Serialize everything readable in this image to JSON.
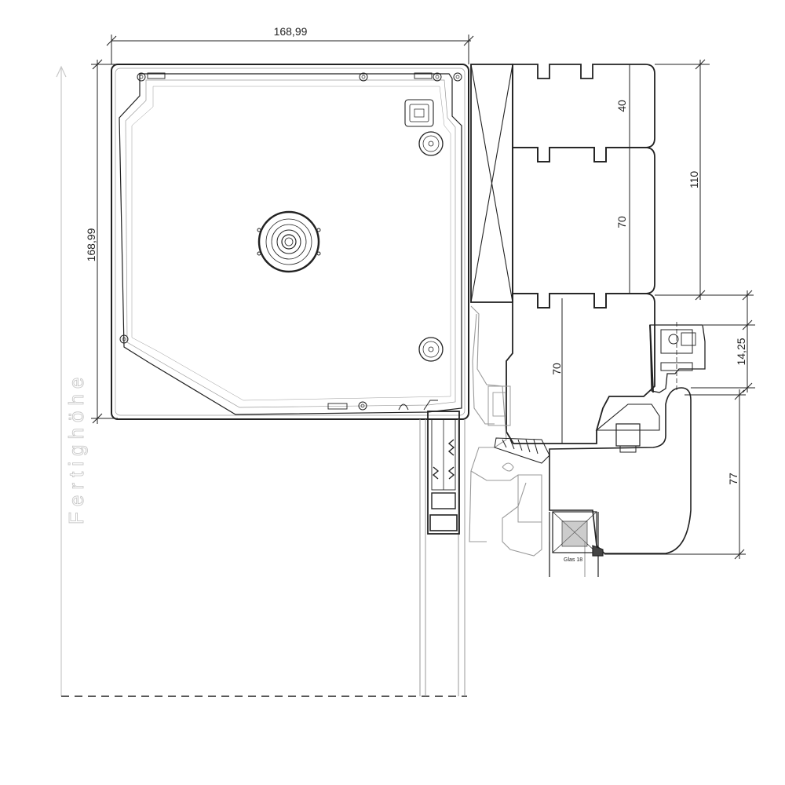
{
  "dimensions": {
    "box_width": "168,99",
    "box_height": "168,99",
    "timber_upper": "40",
    "timber_middle": "70",
    "timber_lower": "70",
    "total_height": "110",
    "offset": "14,25",
    "frame_height": "77"
  },
  "labels": {
    "finished_height": "Fertighöhe",
    "glass": "Glas 18"
  },
  "colors": {
    "line": "#222222",
    "grey": "#9a9a9a",
    "light_grey": "#c8c8c8"
  }
}
